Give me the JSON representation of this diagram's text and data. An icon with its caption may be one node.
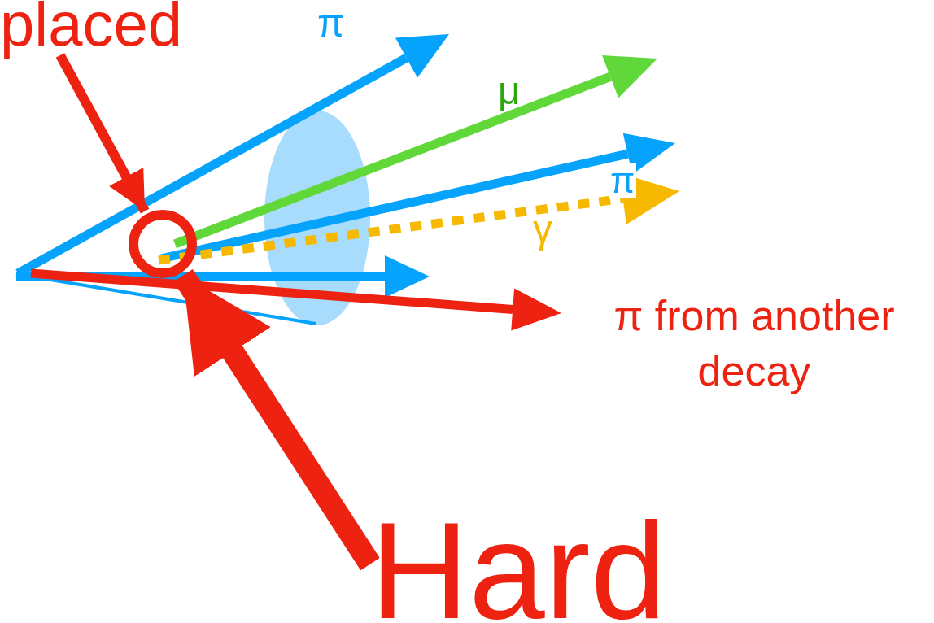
{
  "diagram": {
    "nodes": [
      {
        "text": [
          "placed"
        ]
      },
      {
        "text": [
          "Hard"
        ]
      },
      {
        "text": [],
        "shape": "circle"
      }
    ],
    "edges": [
      {
        "from": 0,
        "to": 2,
        "arrow": "to"
      },
      {
        "from": 1,
        "to": 2,
        "arrow": "to",
        "style": "thick"
      }
    ],
    "labels": [
      "π",
      "μ",
      "π",
      "γ",
      "π from another decay"
    ]
  }
}
